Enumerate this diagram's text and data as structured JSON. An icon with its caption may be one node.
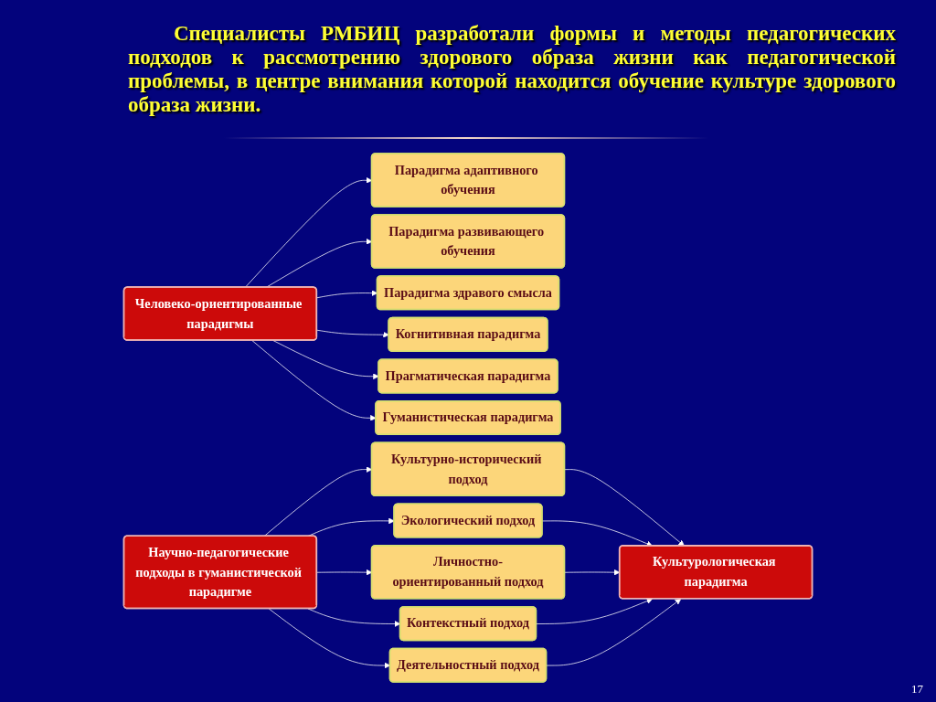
{
  "diagram": {
    "title": "Специалисты РМБИЦ разработали формы и методы педагогических подходов к рассмотрению здорового образа жизни как педагогической проблемы, в центре внимания которой находится обучение культуре здорового образа жизни.",
    "nodes": [
      {
        "text": [
          "Человеко-ориентированные парадигмы"
        ]
      },
      {
        "text": [
          "Парадигма адаптивного обучения"
        ]
      },
      {
        "text": [
          "Парадигма развивающего обучения"
        ]
      },
      {
        "text": [
          "Парадигма здравого смысла"
        ]
      },
      {
        "text": [
          "Когнитивная парадигма"
        ]
      },
      {
        "text": [
          "Прагматическая парадигма"
        ]
      },
      {
        "text": [
          "Гуманистическая парадигма"
        ]
      },
      {
        "text": [
          "Научно-педагогические подходы в гуманистической парадигме"
        ]
      },
      {
        "text": [
          "Культурно-исторический подход"
        ]
      },
      {
        "text": [
          "Экологический подход"
        ]
      },
      {
        "text": [
          "Личностно-ориентированный подход"
        ]
      },
      {
        "text": [
          "Контекстный подход"
        ]
      },
      {
        "text": [
          "Деятельностный подход"
        ]
      },
      {
        "text": [
          "Культурологическая парадигма"
        ]
      }
    ],
    "edges": [
      {
        "from": 0,
        "to": 1,
        "arrow": "to"
      },
      {
        "from": 0,
        "to": 2,
        "arrow": "to"
      },
      {
        "from": 0,
        "to": 3,
        "arrow": "to"
      },
      {
        "from": 0,
        "to": 4,
        "arrow": "to"
      },
      {
        "from": 0,
        "to": 5,
        "arrow": "to"
      },
      {
        "from": 0,
        "to": 6,
        "arrow": "to"
      },
      {
        "from": 7,
        "to": 8,
        "arrow": "to"
      },
      {
        "from": 7,
        "to": 9,
        "arrow": "to"
      },
      {
        "from": 7,
        "to": 10,
        "arrow": "to"
      },
      {
        "from": 7,
        "to": 11,
        "arrow": "to"
      },
      {
        "from": 7,
        "to": 12,
        "arrow": "to"
      },
      {
        "from": 8,
        "to": 13,
        "arrow": "to"
      },
      {
        "from": 9,
        "to": 13,
        "arrow": "to"
      },
      {
        "from": 10,
        "to": 13,
        "arrow": "to"
      },
      {
        "from": 11,
        "to": 13,
        "arrow": "to"
      },
      {
        "from": 12,
        "to": 13,
        "arrow": "to"
      }
    ],
    "labels": [
      "17"
    ]
  }
}
